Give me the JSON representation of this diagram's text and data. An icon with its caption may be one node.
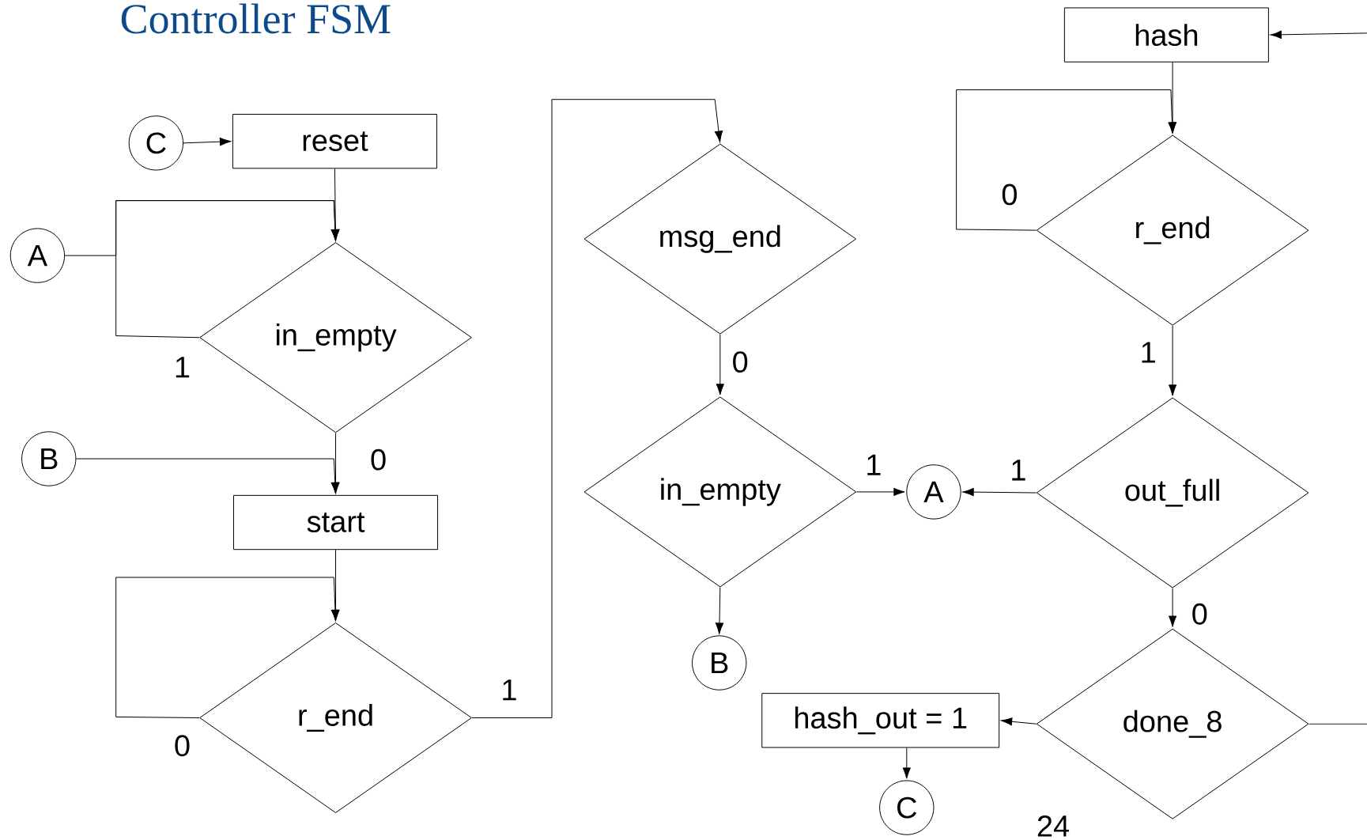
{
  "diagram": {
    "title": "Controller FSM",
    "nodes": [
      {
        "text": [
          "C"
        ]
      },
      {
        "text": [
          "reset"
        ]
      },
      {
        "text": [
          "A"
        ]
      },
      {
        "text": [
          "in_empty"
        ]
      },
      {
        "text": [
          "B"
        ]
      },
      {
        "text": [
          "start"
        ]
      },
      {
        "text": [
          "r_end"
        ]
      },
      {
        "text": [
          "msg_end"
        ]
      },
      {
        "text": [
          "in_empty"
        ]
      },
      {
        "text": [
          "B"
        ]
      },
      {
        "text": [
          "A"
        ]
      },
      {
        "text": [
          "hash"
        ]
      },
      {
        "text": [
          "r_end"
        ]
      },
      {
        "text": [
          "out_full"
        ]
      },
      {
        "text": [
          "done_8"
        ]
      },
      {
        "text": [
          "hash_out = 1"
        ]
      },
      {
        "text": [
          "C"
        ]
      }
    ],
    "edges": [
      {
        "from": 0,
        "to": 1,
        "arrow": "to"
      },
      {
        "from": 1,
        "to": 3,
        "arrow": "to"
      },
      {
        "from": 3,
        "to": 3,
        "arrow": "to",
        "label": "1"
      },
      {
        "from": 2,
        "to": 3,
        "arrow": "to"
      },
      {
        "from": 3,
        "to": 5,
        "arrow": "to",
        "label": "0"
      },
      {
        "from": 4,
        "to": 5,
        "arrow": "to"
      },
      {
        "from": 5,
        "to": 6,
        "arrow": "to"
      },
      {
        "from": 6,
        "to": 6,
        "arrow": "to",
        "label": "0"
      },
      {
        "from": 6,
        "to": 7,
        "arrow": "to",
        "label": "1"
      },
      {
        "from": 7,
        "to": 8,
        "arrow": "to",
        "label": "0"
      },
      {
        "from": 8,
        "to": 10,
        "arrow": "to",
        "label": "1"
      },
      {
        "from": 8,
        "to": 9,
        "arrow": "to"
      },
      {
        "from": null,
        "to": 11,
        "arrow": "to"
      },
      {
        "from": 11,
        "to": 12,
        "arrow": "to"
      },
      {
        "from": 12,
        "to": 12,
        "arrow": "to",
        "label": "0"
      },
      {
        "from": 12,
        "to": 13,
        "arrow": "to",
        "label": "1"
      },
      {
        "from": 13,
        "to": 10,
        "arrow": "to",
        "label": "1"
      },
      {
        "from": 13,
        "to": 14,
        "arrow": "to",
        "label": "0"
      },
      {
        "from": 14,
        "to": 15,
        "arrow": "to"
      },
      {
        "from": 14,
        "to": null,
        "arrow": "none"
      },
      {
        "from": 15,
        "to": 16,
        "arrow": "to"
      }
    ],
    "labels": [
      "24"
    ]
  }
}
